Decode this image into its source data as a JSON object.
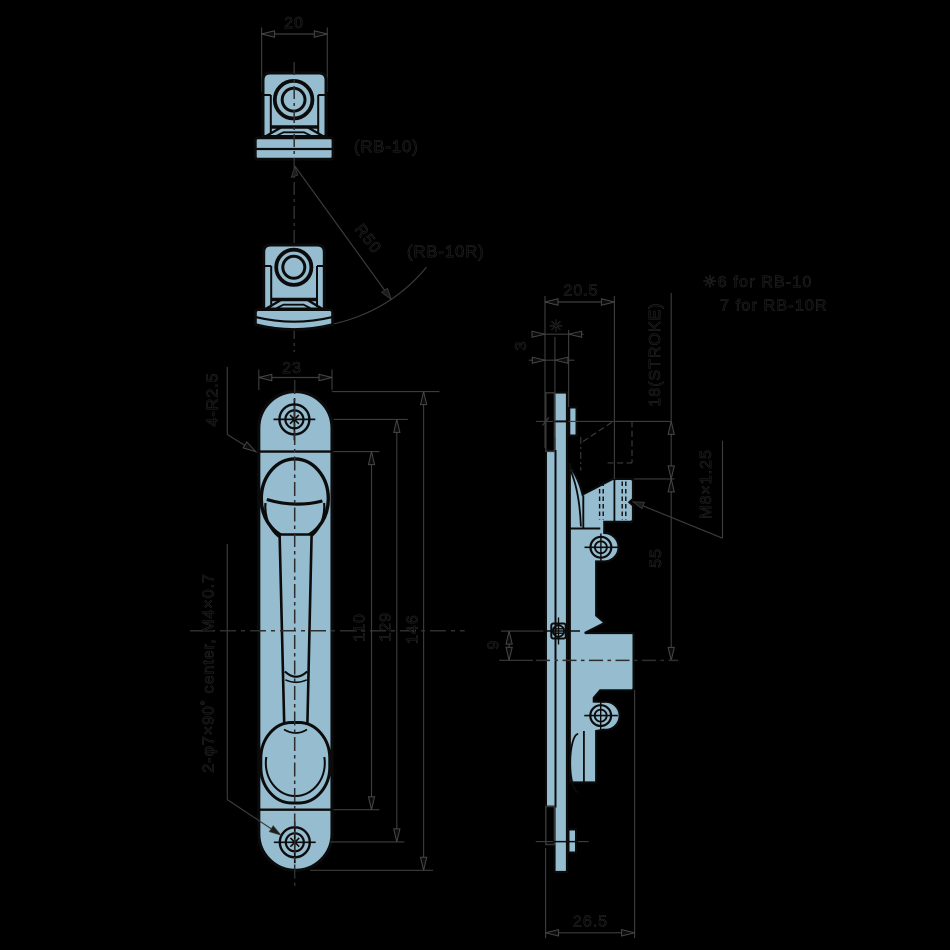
{
  "drawing": {
    "type": "technical-dimension-drawing",
    "subject": "flush bolt latch RB-10 / RB-10R",
    "background_color": "#000000",
    "part_fill_color": "#96bcd0",
    "outline_color": "#0b0b0b",
    "dimension_line_color": "#3c3c3c",
    "views": [
      "knob-top-view-flat",
      "knob-top-view-round",
      "front-view",
      "side-view"
    ]
  },
  "labels": {
    "variant_flat": "(RB-10)",
    "variant_round": "(RB-10R)",
    "radius_leader": "R50",
    "note_line1": "✳6 for RB-10",
    "note_line2": "7 for RB-10R"
  },
  "dimensions": {
    "knob_width": "20",
    "plate_width": "23",
    "corner_radius": "4-R2.5",
    "mount_hole_note": "2-φ7×90˚ center, M4×0.7",
    "handle_length": "110",
    "screw_span": "129",
    "plate_length": "146",
    "body_depth": "20.5",
    "protrusion_mark": "✳",
    "faceplate_thickness": "3",
    "stroke_travel": "18(STROKE)",
    "rod_thread": "M8×1.25",
    "rod_to_center": "55",
    "screw_offset": "9",
    "overall_depth": "26.5"
  }
}
